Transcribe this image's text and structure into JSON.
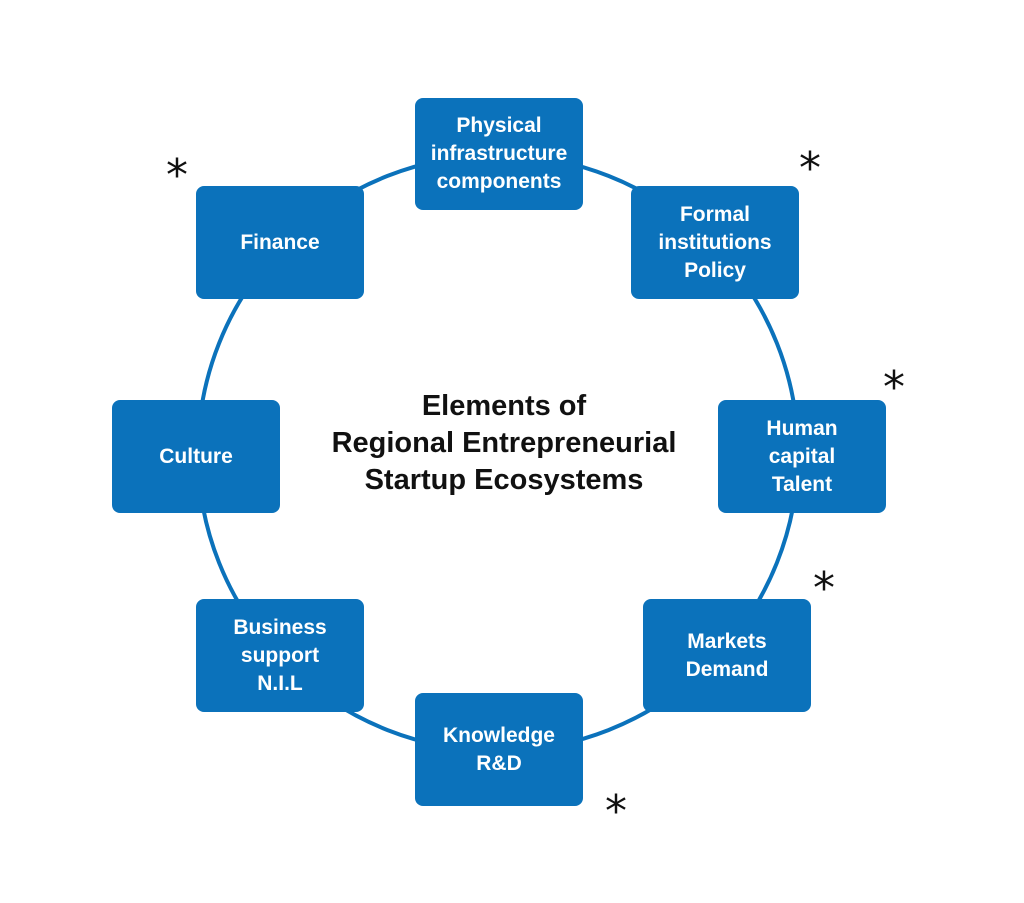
{
  "title": {
    "line1": "Elements of",
    "line2": "Regional Entrepreneurial",
    "line3": "Startup Ecosystems"
  },
  "nodes": {
    "physical": {
      "line1": "Physical",
      "line2": "infrastructure",
      "line3": "components"
    },
    "formal": {
      "line1": "Formal",
      "line2": "institutions",
      "line3": "Policy"
    },
    "human": {
      "line1": "Human",
      "line2": "capital",
      "line3": "Talent"
    },
    "markets": {
      "line1": "Markets",
      "line2": "Demand"
    },
    "knowledge": {
      "line1": "Knowledge",
      "line2": "R&D"
    },
    "business": {
      "line1": "Business",
      "line2": "support",
      "line3": "N.I.L"
    },
    "culture": {
      "line1": "Culture"
    },
    "finance": {
      "line1": "Finance"
    }
  },
  "marker": "*",
  "colors": {
    "node_fill": "#0b72bb",
    "ring_stroke": "#0b72bb",
    "text_dark": "#111111"
  }
}
